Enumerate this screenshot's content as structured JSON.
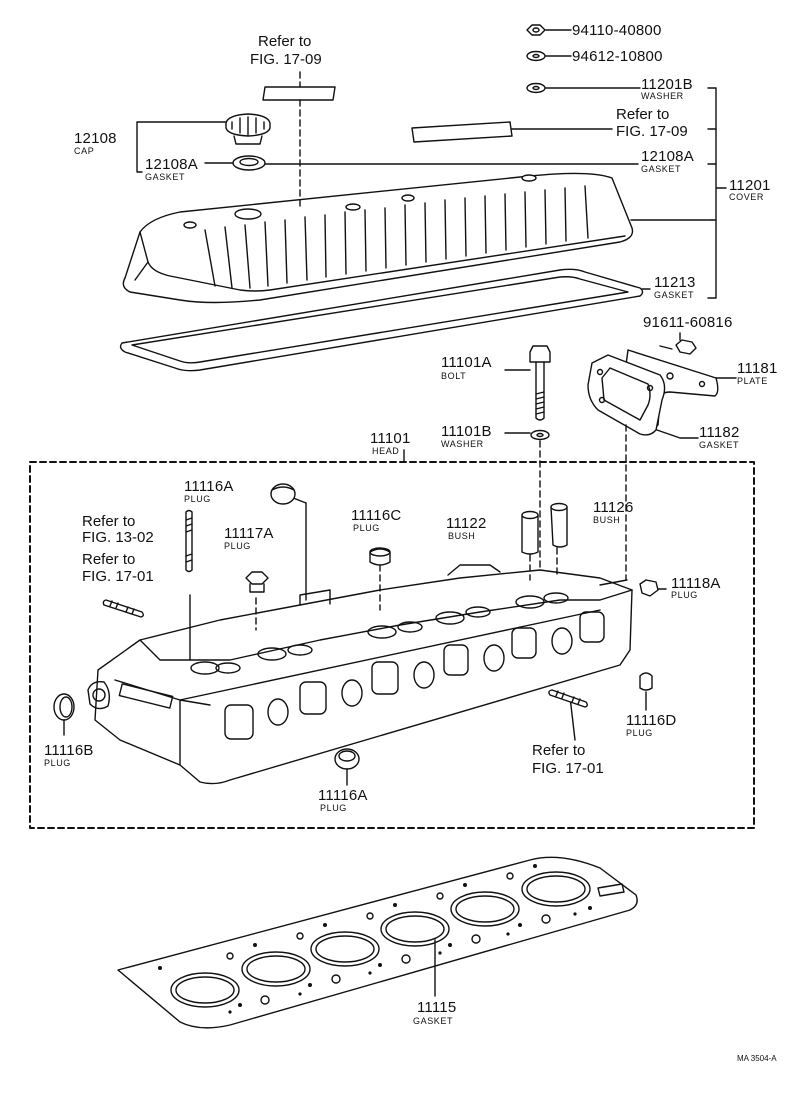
{
  "parts": {
    "nut": {
      "number": "94110-40800"
    },
    "washer_top": {
      "number": "94612-10800"
    },
    "cover_washer": {
      "number": "11201B",
      "name": "WASHER"
    },
    "cap": {
      "number": "12108",
      "name": "CAP"
    },
    "cap_gasket": {
      "number": "12108A",
      "name": "GASKET"
    },
    "cover_gasket_seal": {
      "number": "12108A",
      "name": "GASKET"
    },
    "cover": {
      "number": "11201",
      "name": "COVER"
    },
    "cover_gasket": {
      "number": "11213",
      "name": "GASKET"
    },
    "plate_bolt": {
      "number": "91611-60816"
    },
    "plate": {
      "number": "11181",
      "name": "PLATE"
    },
    "head_bolt": {
      "number": "11101A",
      "name": "BOLT"
    },
    "head_washer": {
      "number": "11101B",
      "name": "WASHER"
    },
    "plate_gasket": {
      "number": "11182",
      "name": "GASKET"
    },
    "head": {
      "number": "11101",
      "name": "HEAD"
    },
    "plug_a_top": {
      "number": "11116A",
      "name": "PLUG"
    },
    "plug_117a": {
      "number": "11117A",
      "name": "PLUG"
    },
    "plug_c": {
      "number": "11116C",
      "name": "PLUG"
    },
    "bush_122": {
      "number": "11122",
      "name": "BUSH"
    },
    "bush_126": {
      "number": "11126",
      "name": "BUSH"
    },
    "plug_118a": {
      "number": "11118A",
      "name": "PLUG"
    },
    "plug_b": {
      "number": "11116B",
      "name": "PLUG"
    },
    "plug_d": {
      "number": "11116D",
      "name": "PLUG"
    },
    "plug_a_bottom": {
      "number": "11116A",
      "name": "PLUG"
    },
    "head_gasket": {
      "number": "11115",
      "name": "GASKET"
    }
  },
  "references": {
    "top": {
      "line1": "Refer to",
      "line2": "FIG. 17-09"
    },
    "right": {
      "line1": "Refer to",
      "line2": "FIG. 17-09"
    },
    "left_a": {
      "line1": "Refer to",
      "line2": "FIG. 13-02"
    },
    "left_b": {
      "line1": "Refer to",
      "line2": "FIG. 17-01"
    },
    "bottom": {
      "line1": "Refer to",
      "line2": "FIG. 17-01"
    }
  },
  "footer": {
    "code": "MA 3504-A"
  }
}
